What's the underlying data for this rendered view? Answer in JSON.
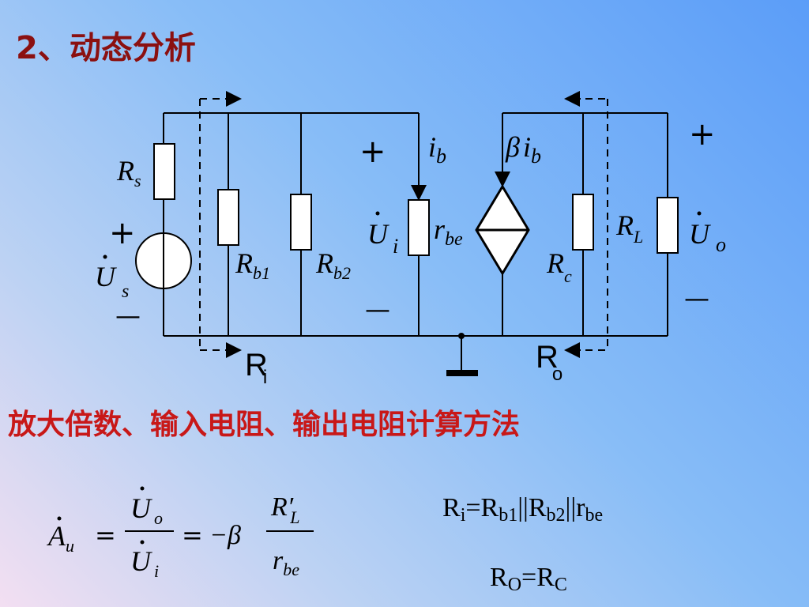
{
  "slide": {
    "title": "2、动态分析",
    "subtitle": "放大倍数、输入电阻、输出电阻计算方法"
  },
  "circuit": {
    "rs": {
      "main": "R",
      "sub": "s"
    },
    "us": {
      "main": "U",
      "sub": "s"
    },
    "rb1": {
      "main": "R",
      "sub": "b1"
    },
    "rb2": {
      "main": "R",
      "sub": "b2"
    },
    "ui": {
      "main": "U",
      "sub": "i"
    },
    "ib": {
      "main": "i",
      "sub": "b"
    },
    "rbe": {
      "main": "r",
      "sub": "be"
    },
    "beta_ib": {
      "beta": "β",
      "main": "i",
      "sub": "b"
    },
    "rc": {
      "main": "R",
      "sub": "c"
    },
    "rl": {
      "main": "R",
      "sub": "L"
    },
    "uo": {
      "main": "U",
      "sub": "o"
    },
    "ri_marker": {
      "main": "R",
      "sub": "i"
    },
    "ro_marker": {
      "main": "R",
      "sub": "o"
    },
    "plus": "+",
    "minus": "—"
  },
  "formulas": {
    "gain": {
      "lhs": "A",
      "lhs_sub": "u",
      "num": "U",
      "num_sub": "o",
      "den": "U",
      "den_sub": "i",
      "eq": "=",
      "neg_beta": "−β",
      "rl_prime": "R′",
      "rl_prime_sub": "L",
      "rbe": "r",
      "rbe_sub": "be"
    },
    "ri": {
      "a": "R",
      "a_sub": "i",
      "b": "=R",
      "b_sub": "b1",
      "c": "||R",
      "c_sub": "b2",
      "d": "||r",
      "d_sub": "be"
    },
    "ro": {
      "a": "R",
      "a_sub": "O",
      "b": "=R",
      "b_sub": "C"
    }
  }
}
